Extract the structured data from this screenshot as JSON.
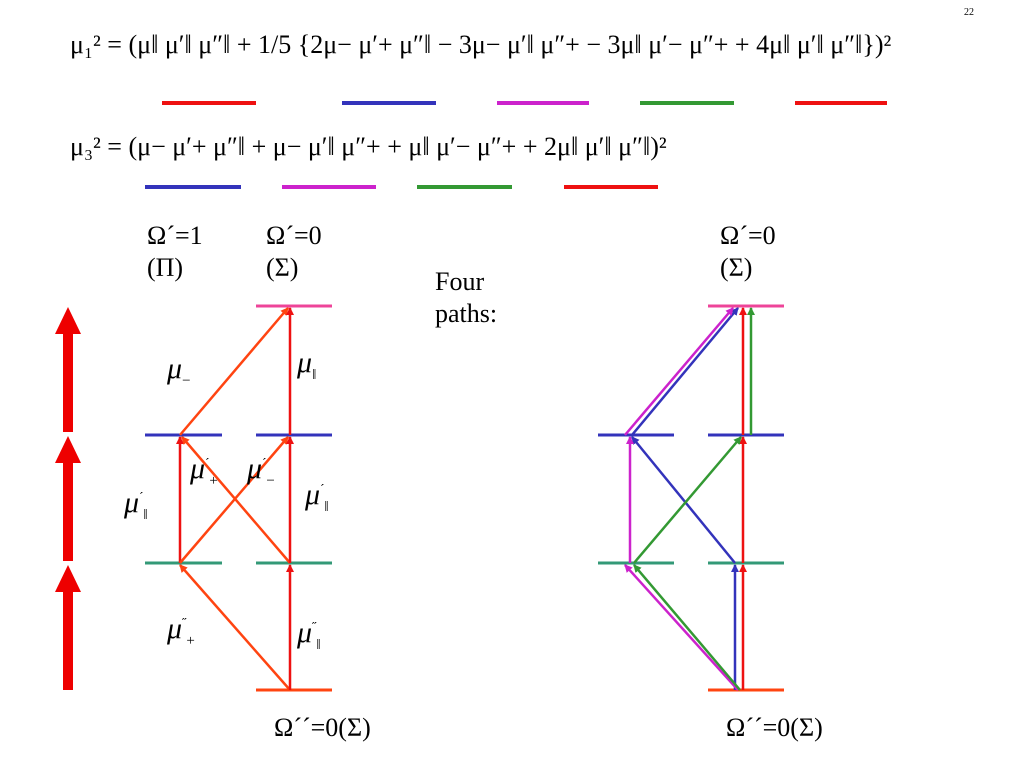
{
  "page_number": "22",
  "equations": {
    "mu1": {
      "lhs": "μ₁² = ",
      "body": "(μ‖ μ′‖ μ″‖ + 1/5 {2μ− μ′+ μ″‖ − 3μ− μ′‖ μ″+ − 3μ‖ μ′− μ″+ + 4μ‖ μ′‖ μ″‖})²"
    },
    "mu3": {
      "lhs": "μ₃² = ",
      "body": "(μ− μ′+ μ″‖ + μ− μ′‖ μ″+ + μ‖ μ′− μ″+ + 2μ‖ μ′‖ μ″‖)²"
    }
  },
  "term_colors": {
    "red": "#ee1111",
    "blue": "#3333bb",
    "magenta": "#cc22cc",
    "green": "#339933",
    "pink": "#ee4499",
    "teal": "#339977",
    "orange": "#ff4411"
  },
  "states": {
    "left_top": {
      "omega": "Ω´=1",
      "symmetry": "(Π)"
    },
    "mid_top": {
      "omega": "Ω´=0",
      "symmetry": "(Σ)"
    },
    "right_top": {
      "omega": "Ω´=0",
      "symmetry": "(Σ)"
    },
    "left_bottom": "Ω´´=0(Σ)",
    "right_bottom": "Ω´´=0(Σ)"
  },
  "four_paths": {
    "line1": "Four",
    "line2": "paths:"
  },
  "transition_labels": {
    "mu_minus": {
      "base": "μ",
      "sub": "−",
      "sup": ""
    },
    "mu_par": {
      "base": "μ",
      "sub": "‖",
      "sup": ""
    },
    "mu_plus_p": {
      "base": "μ",
      "sub": "+",
      "sup": "´"
    },
    "mu_minus_p": {
      "base": "μ",
      "sub": "−",
      "sup": "´"
    },
    "mu_par_p_left": {
      "base": "μ",
      "sub": "‖",
      "sup": "´"
    },
    "mu_par_p_right": {
      "base": "μ",
      "sub": "‖",
      "sup": "´"
    },
    "mu_plus_pp": {
      "base": "μ",
      "sub": "+",
      "sup": "˝"
    },
    "mu_par_pp": {
      "base": "μ",
      "sub": "‖",
      "sup": "˝"
    }
  }
}
